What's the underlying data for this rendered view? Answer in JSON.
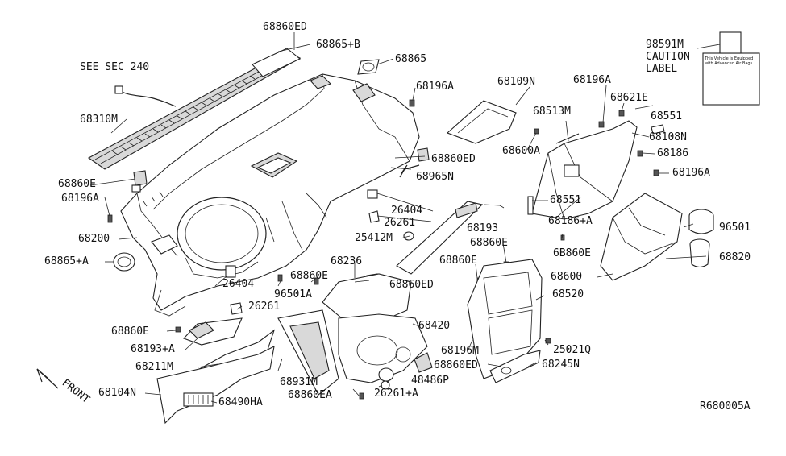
{
  "diagram": {
    "labels": [
      {
        "id": "68860ED_top",
        "text": "68860ED"
      },
      {
        "id": "68865B",
        "text": "68865+B"
      },
      {
        "id": "68865",
        "text": "68865"
      },
      {
        "id": "see_sec_240",
        "text": "SEE SEC 240"
      },
      {
        "id": "68196A_1",
        "text": "68196A"
      },
      {
        "id": "68310M",
        "text": "68310M"
      },
      {
        "id": "68109N",
        "text": "68109N"
      },
      {
        "id": "68196A_2",
        "text": "68196A"
      },
      {
        "id": "68621E",
        "text": "68621E"
      },
      {
        "id": "68551_1",
        "text": "68551"
      },
      {
        "id": "68513M",
        "text": "68513M"
      },
      {
        "id": "68108N",
        "text": "68108N"
      },
      {
        "id": "68600A",
        "text": "68600A"
      },
      {
        "id": "68186_1",
        "text": "68186"
      },
      {
        "id": "68860ED_2",
        "text": "68860ED"
      },
      {
        "id": "68196A_3",
        "text": "68196A"
      },
      {
        "id": "68860E_1",
        "text": "68860E"
      },
      {
        "id": "68965N",
        "text": "68965N"
      },
      {
        "id": "68196A_4",
        "text": "68196A"
      },
      {
        "id": "26404_1",
        "text": "26404"
      },
      {
        "id": "68551_2",
        "text": "68551"
      },
      {
        "id": "26261_1",
        "text": "26261"
      },
      {
        "id": "68186A",
        "text": "68186+A"
      },
      {
        "id": "96501",
        "text": "96501"
      },
      {
        "id": "68200",
        "text": "68200"
      },
      {
        "id": "25412M",
        "text": "25412M"
      },
      {
        "id": "68193",
        "text": "68193"
      },
      {
        "id": "68860E_2",
        "text": "68860E"
      },
      {
        "id": "68860E_3",
        "text": "6B860E"
      },
      {
        "id": "68820",
        "text": "68820"
      },
      {
        "id": "68865A",
        "text": "68865+A"
      },
      {
        "id": "68236",
        "text": "68236"
      },
      {
        "id": "68860E_4",
        "text": "68860E"
      },
      {
        "id": "68600",
        "text": "68600"
      },
      {
        "id": "26404_2",
        "text": "26404"
      },
      {
        "id": "68860E_5",
        "text": "68860E"
      },
      {
        "id": "68860ED_3",
        "text": "68860ED"
      },
      {
        "id": "96501A",
        "text": "96501A"
      },
      {
        "id": "68520",
        "text": "68520"
      },
      {
        "id": "26261_2",
        "text": "26261"
      },
      {
        "id": "68860E_6",
        "text": "68860E"
      },
      {
        "id": "68420",
        "text": "68420"
      },
      {
        "id": "68193A",
        "text": "68193+A"
      },
      {
        "id": "25021Q",
        "text": "25021Q"
      },
      {
        "id": "68196M",
        "text": "68196M"
      },
      {
        "id": "68211M",
        "text": "68211M"
      },
      {
        "id": "68860ED_4",
        "text": "68860ED"
      },
      {
        "id": "68245N",
        "text": "68245N"
      },
      {
        "id": "48486P",
        "text": "48486P"
      },
      {
        "id": "68931M",
        "text": "68931M"
      },
      {
        "id": "68104N",
        "text": "68104N"
      },
      {
        "id": "68860EA",
        "text": "68860EA"
      },
      {
        "id": "26261A",
        "text": "26261+A"
      },
      {
        "id": "68490HA",
        "text": "68490HA"
      }
    ],
    "caution_label": {
      "part": "98591M",
      "line1": "CAUTION",
      "line2": "LABEL",
      "sticker_text1": "This Vehicle is Equipped",
      "sticker_text2": "with Advanced Air Bags"
    },
    "front_arrow": "FRONT",
    "drawing_code": "R680005A"
  }
}
